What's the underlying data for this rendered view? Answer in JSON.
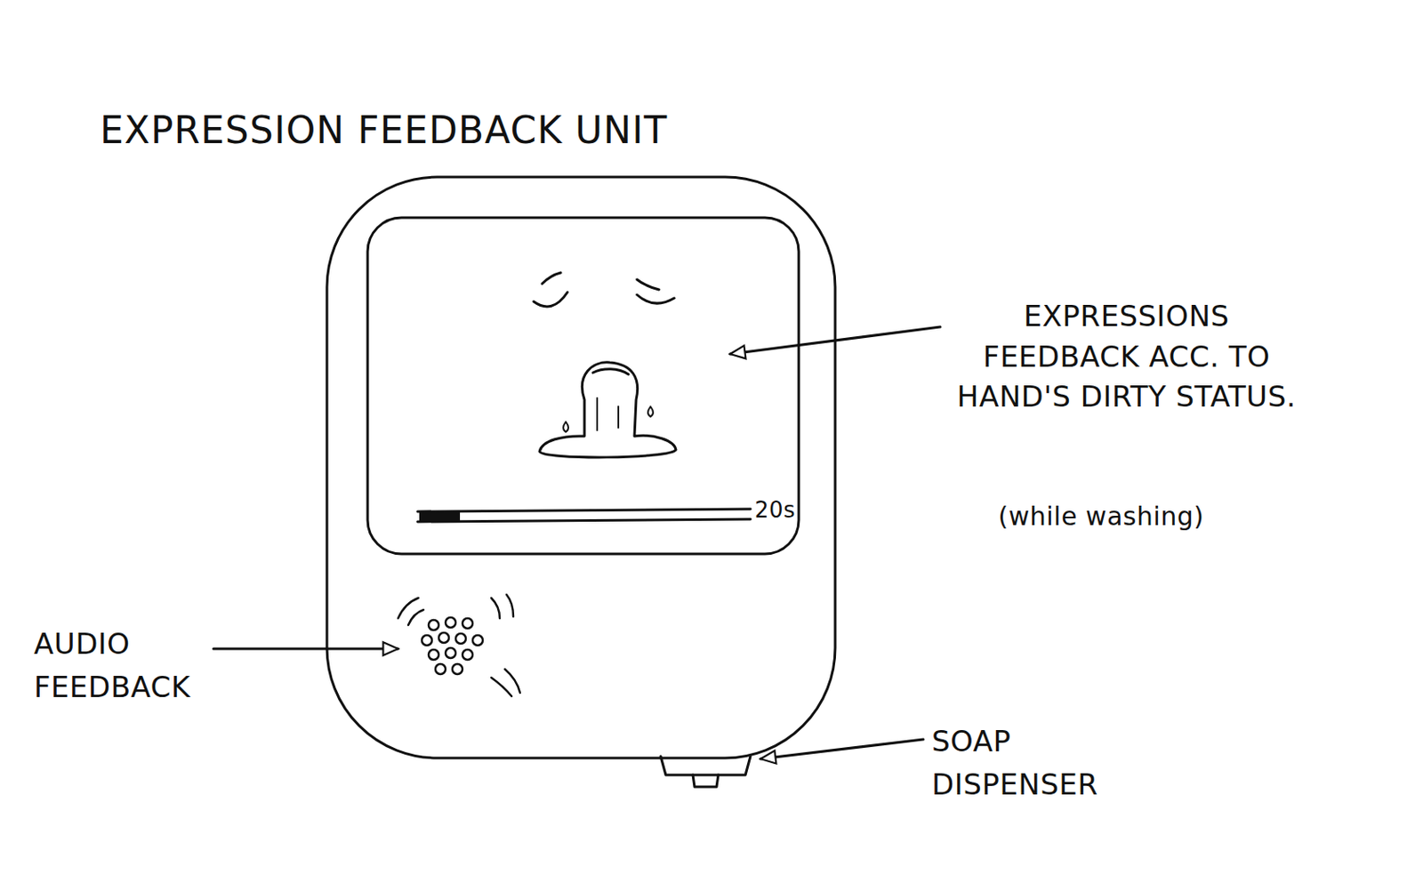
{
  "diagram": {
    "title": "EXPRESSION FEEDBACK UNIT",
    "labels": [
      "EXPRESSIONS FEEDBACK ACC. TO HAND'S DIRTY STATUS.",
      "(while washing)",
      "AUDIO FEEDBACK",
      "SOAP DISPENSER",
      "20s"
    ]
  }
}
